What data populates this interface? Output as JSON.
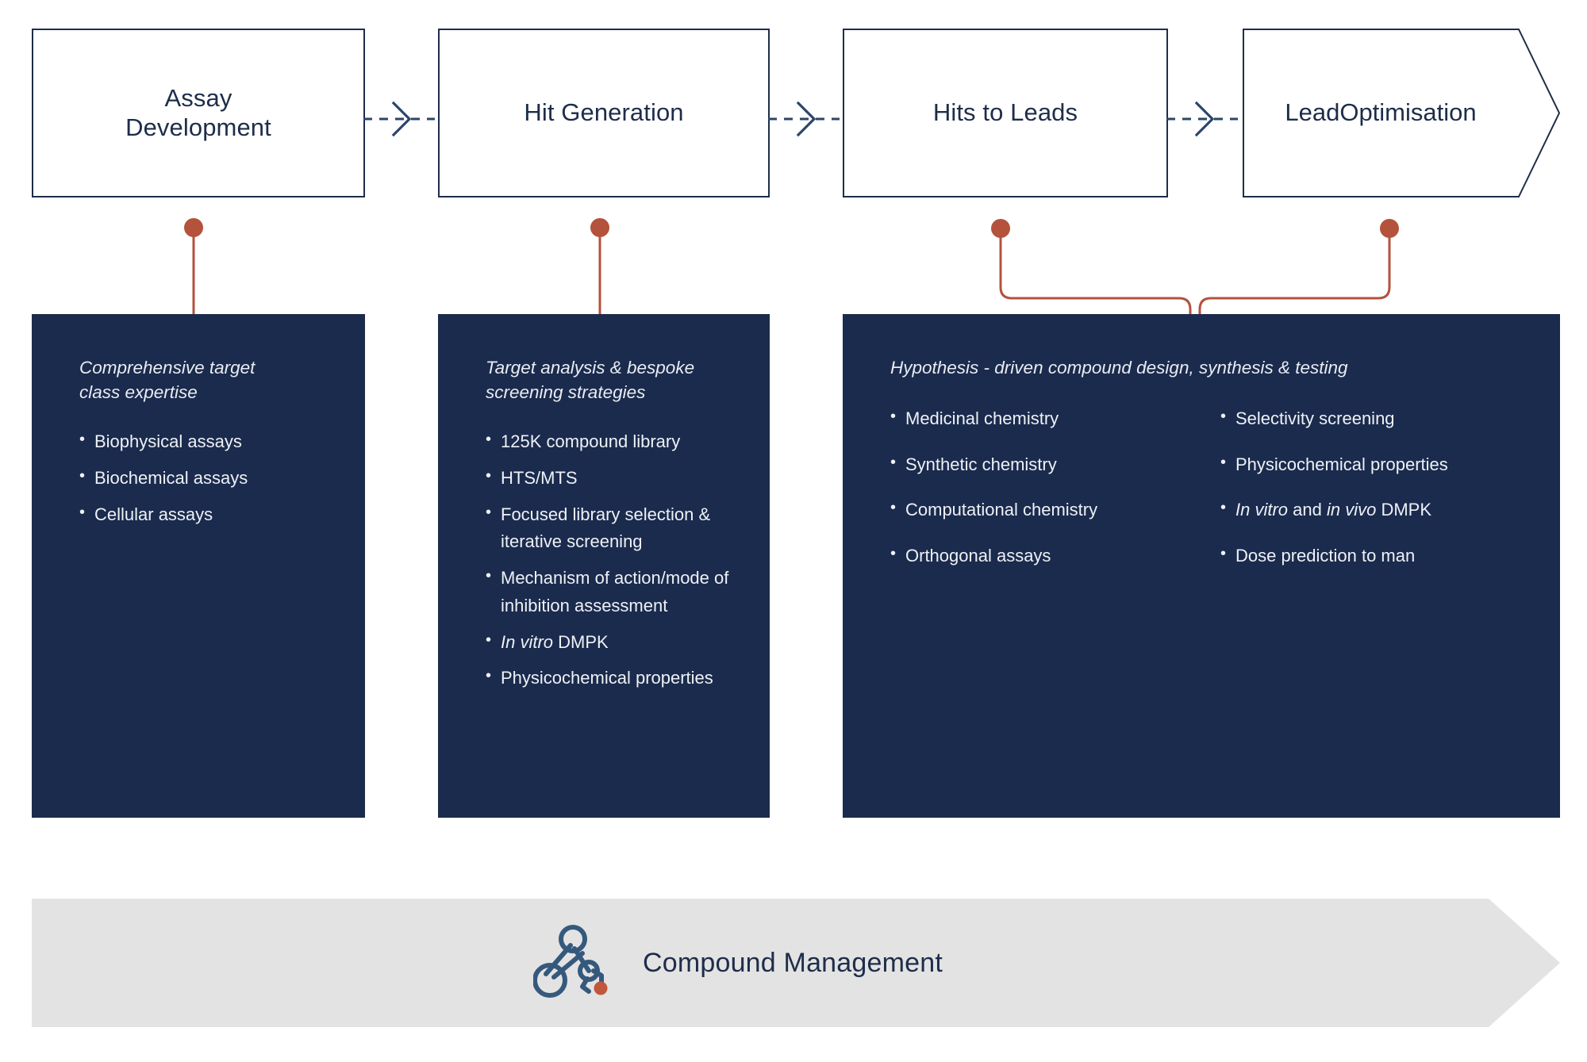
{
  "colors": {
    "navy": "#1e2d4a",
    "panel_navy": "#1b2b4d",
    "connector_red": "#b4523c",
    "banner_grey": "#e3e3e3",
    "text_light": "#eef1f6"
  },
  "stages": [
    {
      "id": "assay-development",
      "label": "Assay\nDevelopment",
      "line1": "Assay",
      "line2": "Development"
    },
    {
      "id": "hit-generation",
      "label": "Hit Generation",
      "line1": "Hit Generation",
      "line2": ""
    },
    {
      "id": "hits-to-leads",
      "label": "Hits to Leads",
      "line1": "Hits to Leads",
      "line2": ""
    },
    {
      "id": "lead-optimisation",
      "label": "Lead\nOptimisation",
      "line1": "Lead",
      "line2": "Optimisation"
    }
  ],
  "panels": [
    {
      "id": "assay-development-panel",
      "heading": "Comprehensive target class expertise",
      "bullets": [
        "Biophysical assays",
        "Biochemical assays",
        "Cellular assays"
      ]
    },
    {
      "id": "hit-generation-panel",
      "heading": "Target analysis & bespoke screening strategies",
      "bullets": [
        "125K compound library",
        "HTS/MTS",
        "Focused library selection & iterative screening",
        "Mechanism of action/mode of inhibition assessment",
        "In vitro DMPK",
        "Physicochemical properties"
      ],
      "bullets_italic_prefix": {
        "4": "In vitro"
      }
    },
    {
      "id": "hits-to-leads-lead-optimisation-panel",
      "heading": "Hypothesis - driven compound design, synthesis & testing",
      "bullets_left": [
        "Medicinal chemistry",
        "Synthetic chemistry",
        "Computational chemistry",
        "Orthogonal assays"
      ],
      "bullets_right": [
        "Selectivity screening",
        "Physicochemical properties",
        "In vitro and in vivo DMPK",
        "Dose prediction to man"
      ]
    }
  ],
  "banner": {
    "title": "Compound Management",
    "logo_icon": "molecule-icon"
  }
}
